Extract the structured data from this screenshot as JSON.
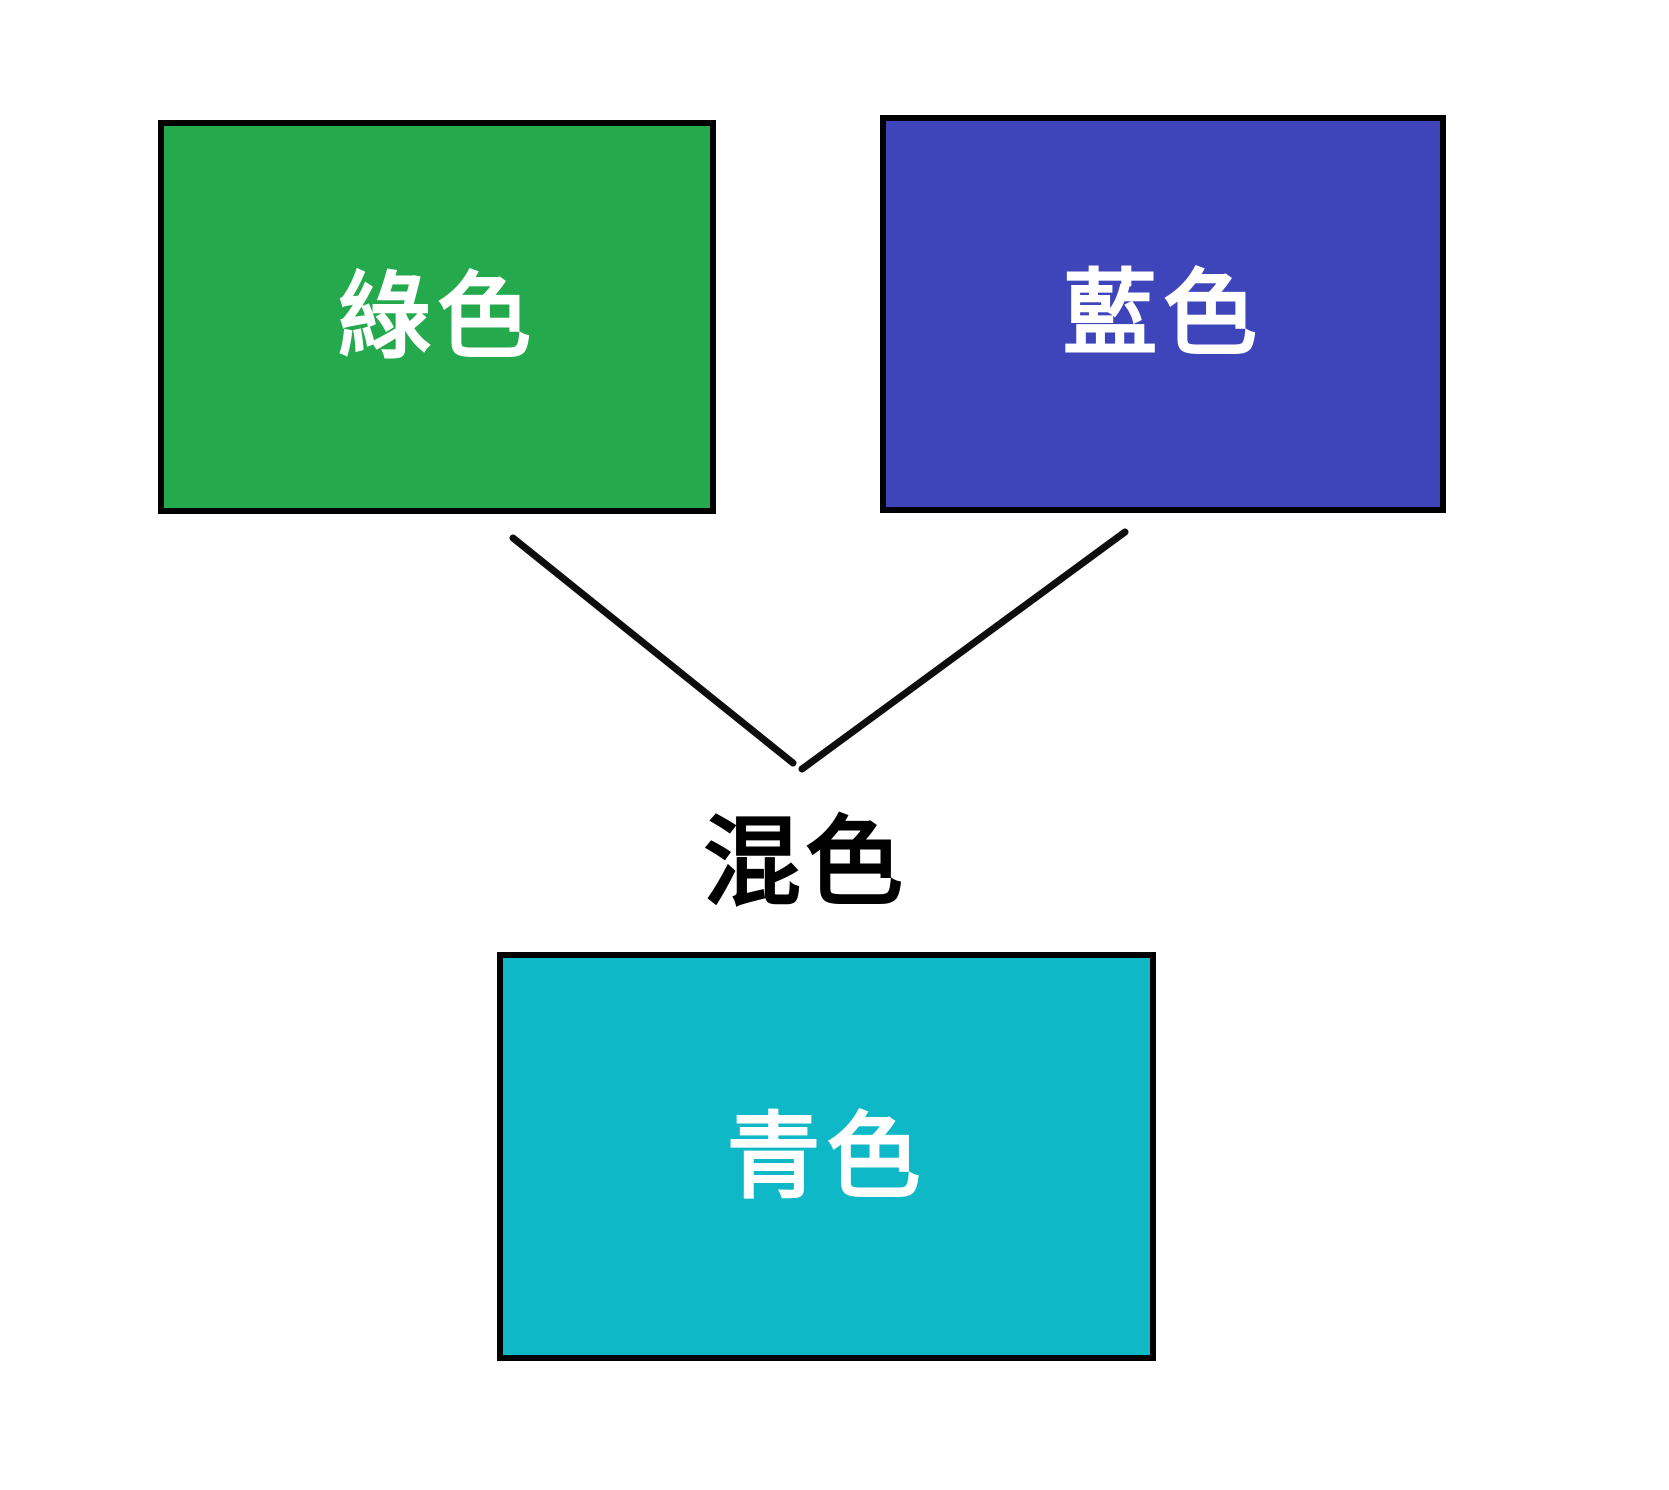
{
  "diagram": {
    "title": "color-mixing-diagram",
    "background_color": "#ffffff",
    "border_color": "#000000",
    "line_color": "#0d0d0d",
    "source_boxes": [
      {
        "id": "green",
        "label": "綠色",
        "fill": "#24aa4c",
        "text_color": "#ffffff"
      },
      {
        "id": "blue",
        "label": "藍色",
        "fill": "#3e45ba",
        "text_color": "#ffffff"
      }
    ],
    "operation_label": "混色",
    "operation_label_color": "#000000",
    "result_box": {
      "id": "cyan",
      "label": "青色",
      "fill": "#0eb8c6",
      "text_color": "#ffffff"
    }
  }
}
